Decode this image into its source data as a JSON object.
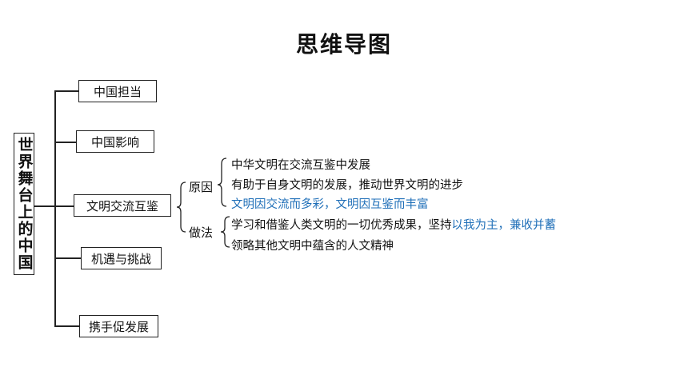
{
  "title": "思维导图",
  "root": "世界舞台上的中国",
  "branches": [
    {
      "label": "中国担当"
    },
    {
      "label": "中国影响"
    },
    {
      "label": "文明交流互鉴"
    },
    {
      "label": "机遇与挑战"
    },
    {
      "label": "携手促发展"
    }
  ],
  "sub_branches": {
    "reason": {
      "label": "原因",
      "items": [
        {
          "text": "中华文明在交流互鉴中发展"
        },
        {
          "text": "有助于自身文明的发展，推动世界文明的进步"
        },
        {
          "text": "文明因交流而多彩，文明因互鉴而丰富"
        }
      ]
    },
    "method": {
      "label": "做法",
      "items": [
        {
          "text": "学习和借鉴人类文明的一切优秀成果，坚持",
          "highlight": "以我为主，兼收并蓄"
        },
        {
          "text": "领略其他文明中蕴含的人文精神"
        }
      ]
    }
  },
  "colors": {
    "highlight": "#1f6fb8",
    "line": "#222222"
  }
}
